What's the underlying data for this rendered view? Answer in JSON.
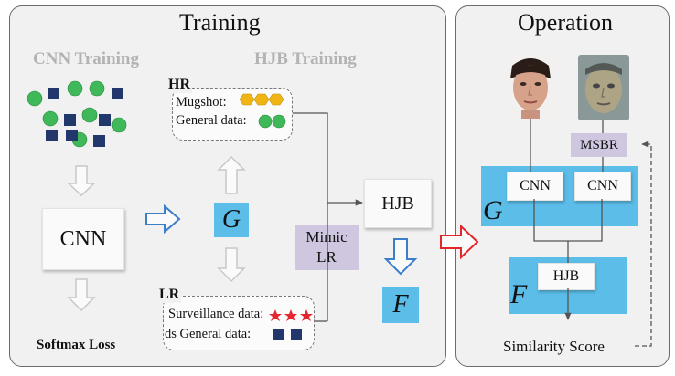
{
  "training": {
    "title": "Training",
    "cnn_training": "CNN Training",
    "hjb_training": "HJB Training",
    "cnn_box": "CNN",
    "softmax_loss": "Softmax Loss",
    "g_label": "G",
    "hr": {
      "tag": "HR",
      "mugshot": "Mugshot:",
      "general": "General data:"
    },
    "lr": {
      "tag": "LR",
      "surveillance": "Surveillance data:",
      "general": "ds General data:"
    },
    "mimic_line1": "Mimic",
    "mimic_line2": "LR",
    "hjb_box": "HJB",
    "f_label": "F"
  },
  "operation": {
    "title": "Operation",
    "msbr": "MSBR",
    "cnn_left": "CNN",
    "cnn_right": "CNN",
    "g_label": "G",
    "hjb_box": "HJB",
    "f_label": "F",
    "similarity": "Similarity Score"
  },
  "colors": {
    "blue_block": "#5bbde8",
    "msbr_block": "#cfc6df",
    "green_dot": "#3fb85a",
    "navy_square": "#22376b",
    "hexagon": "#f0b515",
    "star": "#e6262f",
    "red_arrow": "#e3262b",
    "blue_arrow": "#3b7fc8"
  }
}
